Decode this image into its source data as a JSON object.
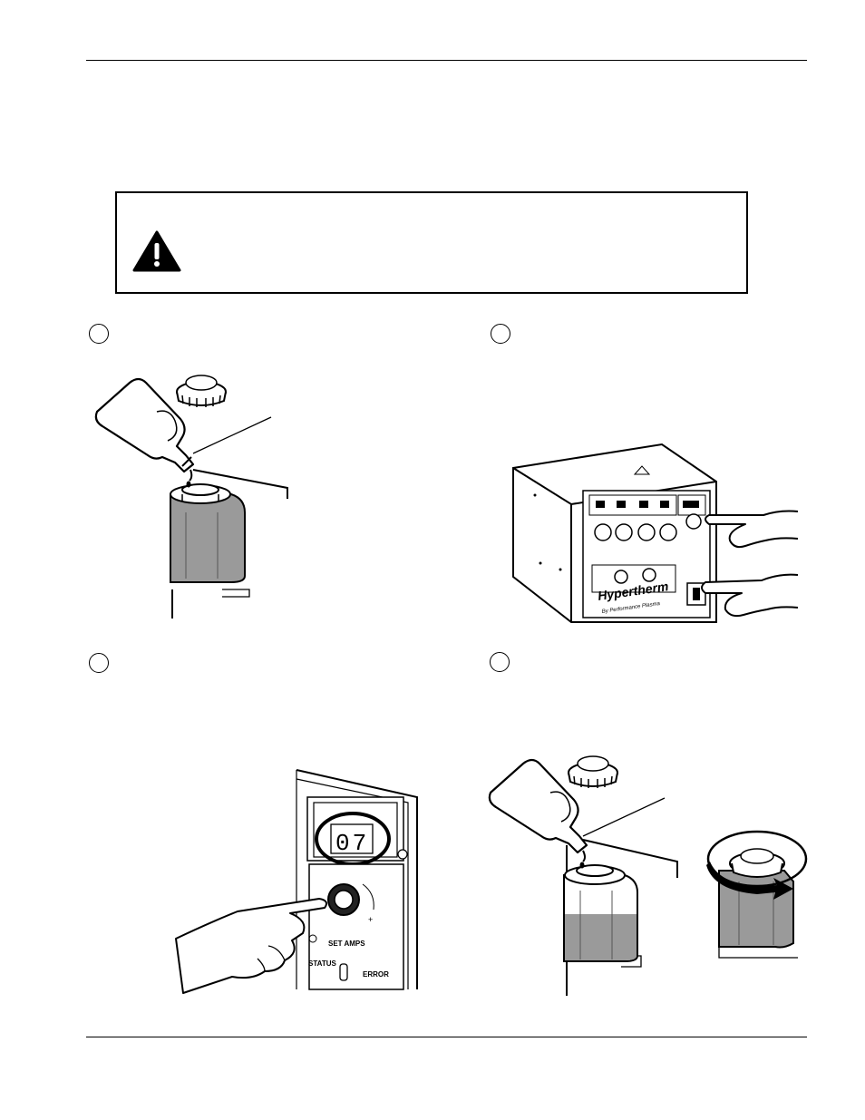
{
  "page": {
    "top_rule": "",
    "bottom_rule": ""
  },
  "warning": {
    "icon": "warning-triangle-icon",
    "text": ""
  },
  "steps": [
    {
      "number": "",
      "text": ""
    },
    {
      "number": "",
      "text": ""
    },
    {
      "number": "",
      "text": ""
    },
    {
      "number": "",
      "text": ""
    }
  ],
  "panel_labels": {
    "brand": "Hypertherm",
    "tagline": "By Performance Plasma",
    "set_amps": "SET AMPS",
    "status": "STATUS",
    "error": "ERROR",
    "display_value": "07",
    "knob_plus": "+"
  },
  "colors": {
    "coolant_gray": "#9a9a9a",
    "ink": "#000000"
  }
}
